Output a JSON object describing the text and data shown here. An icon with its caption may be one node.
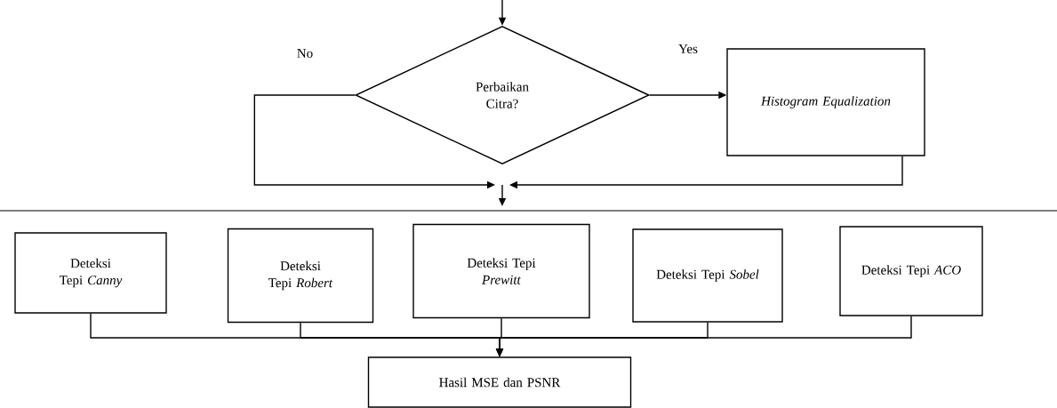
{
  "diagram": {
    "nodes": [
      {
        "text": [
          "Perbaikan Citra?"
        ]
      },
      {
        "text": [
          "Histogram Equalization"
        ]
      },
      {
        "text": [
          "Deteksi Tepi *Canny*"
        ]
      },
      {
        "text": [
          "Deteksi Tepi *Robert*"
        ]
      },
      {
        "text": [
          "Deteksi Tepi *Prewitt*"
        ]
      },
      {
        "text": [
          "Deteksi Tepi *Sobel*"
        ]
      },
      {
        "text": [
          "Deteksi Tepi *ACO*"
        ]
      },
      {
        "text": [
          "Hasil MSE dan PSNR"
        ]
      }
    ],
    "edges": [
      {
        "from": null,
        "to": 0,
        "arrow": "to"
      },
      {
        "from": 0,
        "to": 1,
        "arrow": "to",
        "label": "Yes"
      },
      {
        "from": 0,
        "to": null,
        "arrow": "to",
        "label": "No"
      },
      {
        "from": 1,
        "to": null,
        "arrow": "to"
      },
      {
        "from": 2,
        "to": 7,
        "arrow": "to"
      },
      {
        "from": 3,
        "to": 7,
        "arrow": "to"
      },
      {
        "from": 4,
        "to": 7,
        "arrow": "to"
      },
      {
        "from": 5,
        "to": 7,
        "arrow": "to"
      },
      {
        "from": 6,
        "to": 7,
        "arrow": "to"
      }
    ]
  }
}
